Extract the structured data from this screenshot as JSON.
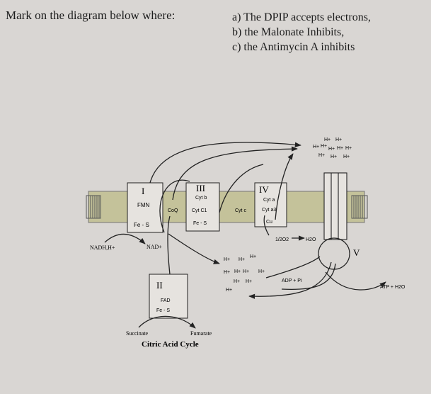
{
  "question": {
    "prompt": "Mark on the diagram below where:",
    "items": [
      "a) The DPIP accepts electrons,",
      "b) the Malonate Inhibits,",
      "c) the Antimycin A inhibits"
    ]
  },
  "diagram": {
    "complex_I": {
      "numeral": "I",
      "labels": [
        "FMN",
        "Fe - S"
      ]
    },
    "coq": "CoQ",
    "complex_III": {
      "numeral": "III",
      "labels": [
        "Cyt b",
        "Cyt C1",
        "Fe - S"
      ]
    },
    "cyt_c": "Cyt c",
    "complex_IV": {
      "numeral": "IV",
      "labels": [
        "Cyt a",
        "Cyt a3",
        "Cu"
      ]
    },
    "complex_V": "V",
    "complex_II": {
      "numeral": "II",
      "labels": [
        "FAD",
        "Fe - S"
      ]
    },
    "nadh": "NADH,H+",
    "nad": "NAD+",
    "oxygen": "1/2O2",
    "water": "H2O",
    "adp": "ADP + Pi",
    "atp": "ATP + H2O",
    "succinate": "Succinate",
    "fumarate": "Fumarate",
    "citric_acid_cycle": "Citric Acid Cycle",
    "proton": "H+",
    "colors": {
      "membrane": "#c4c29a",
      "complex_fill": "#e6e3df",
      "line": "#222222",
      "background": "#d9d6d3"
    }
  }
}
